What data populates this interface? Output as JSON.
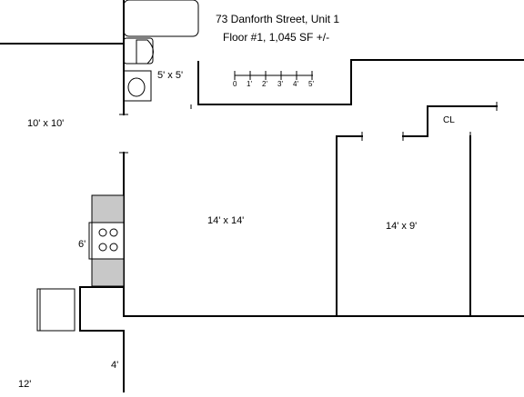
{
  "header": {
    "address": "73 Danforth Street, Unit 1",
    "floor_info": "Floor #1, 1,045 SF +/-"
  },
  "scale_bar": {
    "ticks": [
      "0",
      "1'",
      "2'",
      "3'",
      "4'",
      "5'"
    ]
  },
  "rooms": {
    "bath": "5' x 5'",
    "left_room": "10' x 10'",
    "main_room": "14' x 14'",
    "bedroom": "14' x 9'",
    "closet": "CL",
    "kitchen": "6'",
    "hall": "4'",
    "lower_left": "12'"
  }
}
